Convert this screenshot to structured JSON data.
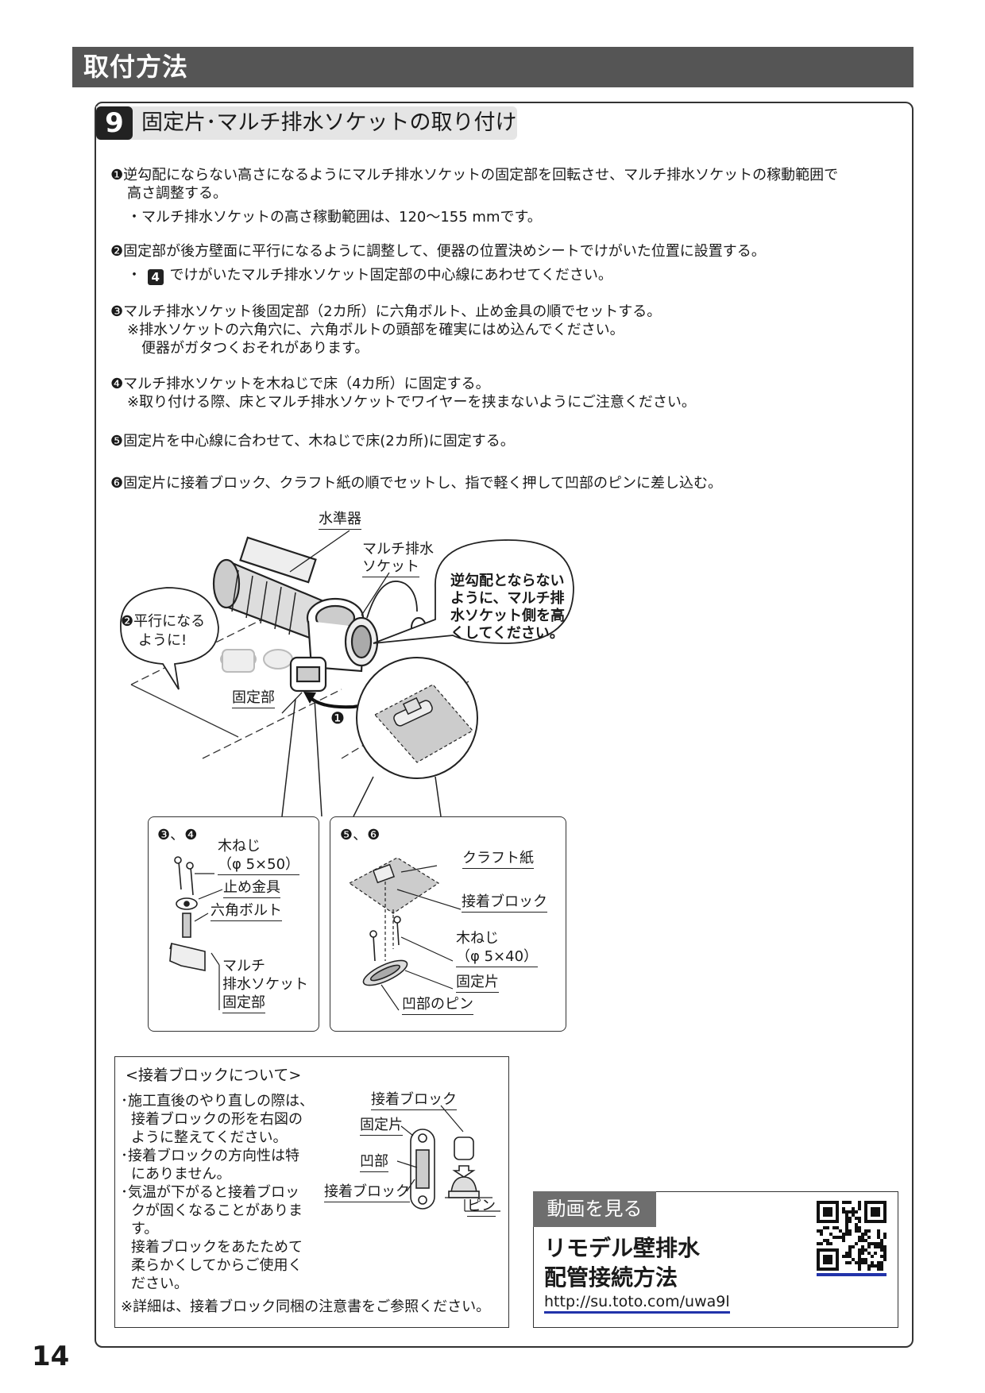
{
  "section": {
    "title": "取付方法"
  },
  "step": {
    "number": "9",
    "title": "固定片･マルチ排水ソケットの取り付け"
  },
  "instructions": {
    "item1_line1": "❶逆勾配にならない高さになるようにマルチ排水ソケットの固定部を回転させ、マルチ排水ソケットの稼動範囲で",
    "item1_line2": "高さ調整する。",
    "item1_note": "・マルチ排水ソケットの高さ稼動範囲は、120～155 mmです。",
    "item2_line1": "❷固定部が後方壁面に平行になるように調整して、便器の位置決めシートでけがいた位置に設置する。",
    "item2_note_prefix": "・",
    "item2_note_num": "4",
    "item2_note_text": "でけがいたマルチ排水ソケット固定部の中心線にあわせてください。",
    "item3_line1": "❸マルチ排水ソケット後固定部（2カ所）に六角ボルト、止め金具の順でセットする。",
    "item3_note1": "※排水ソケットの六角穴に、六角ボルトの頭部を確実にはめ込んでください。",
    "item3_note2": "便器がガタつくおそれがあります。",
    "item4_line1": "❹マルチ排水ソケットを木ねじで床（4カ所）に固定する。",
    "item4_note": "※取り付ける際、床とマルチ排水ソケットでワイヤーを挟まないようにご注意ください。",
    "item5_line1": "❺固定片を中心線に合わせて、木ねじで床(2カ所)に固定する。",
    "item6_line1": "❻固定片に接着ブロック、クラフト紙の順でセットし、指で軽く押して凹部のピンに差し込む。"
  },
  "main_diagram": {
    "label_level": "水準器",
    "label_socket_1": "マルチ排水",
    "label_socket_2": "ソケット",
    "bubble_right_1": "逆勾配とならない",
    "bubble_right_2": "ように、マルチ排",
    "bubble_right_3": "水ソケット側を高",
    "bubble_right_4": "くしてください。",
    "bubble_left_num": "❷",
    "bubble_left_1": "平行になる",
    "bubble_left_2": "ように!",
    "label_fixed": "固定部",
    "rotate_marker": "❶"
  },
  "detail_left": {
    "heading": "❸、❹",
    "screw_1": "木ねじ",
    "screw_2": "（φ 5×50）",
    "clamp": "止め金具",
    "bolt": "六角ボルト",
    "socket_1": "マルチ",
    "socket_2": "排水ソケット",
    "socket_3": "固定部"
  },
  "detail_right": {
    "heading": "❺、❻",
    "kraft": "クラフト紙",
    "block": "接着ブロック",
    "screw_1": "木ねじ",
    "screw_2": "（φ 5×40）",
    "piece": "固定片",
    "pin": "凹部のピン"
  },
  "note_box": {
    "title": "<接着ブロックについて>",
    "l1": "･施工直後のやり直しの際は、",
    "l2": "接着ブロックの形を右図の",
    "l3": "ように整えてください。",
    "l4": "･接着ブロックの方向性は特",
    "l5": "にありません。",
    "l6": "･気温が下がると接着ブロッ",
    "l7": "クが固くなることがありま",
    "l8": "す。",
    "l9": "接着ブロックをあたためて",
    "l10": "柔らかくしてからご使用く",
    "l11": "ださい。",
    "l12": "※詳細は、接着ブロック同梱の注意書をご参照ください。",
    "fig_block_top": "接着ブロック",
    "fig_piece": "固定片",
    "fig_recess": "凹部",
    "fig_block_bottom": "接着ブロック",
    "fig_pin": "ピン"
  },
  "video": {
    "heading": "動画を見る",
    "title_1": "リモデル壁排水",
    "title_2": "配管接続方法",
    "url": "http://su.toto.com/uwa9l"
  },
  "page": {
    "number": "14"
  }
}
